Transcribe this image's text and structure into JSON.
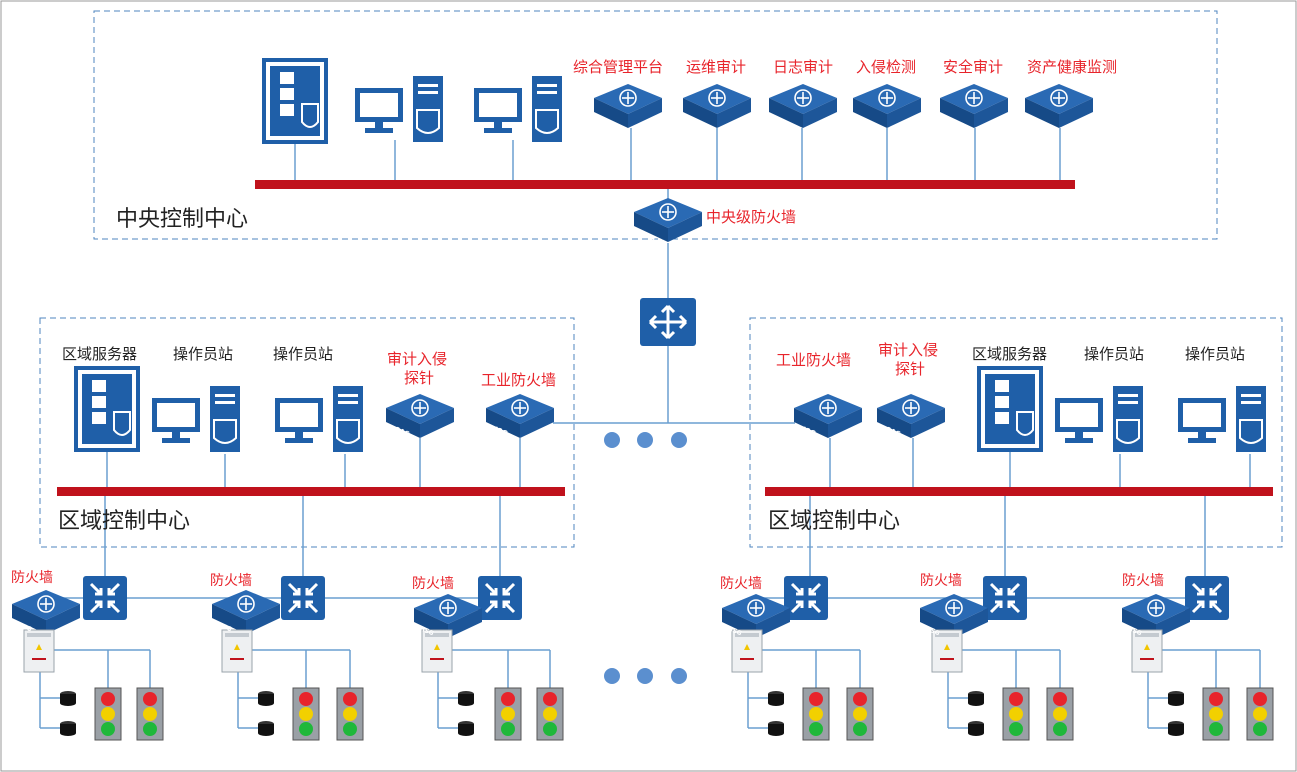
{
  "colors": {
    "accent_blue": "#1f5fa8",
    "bus_red": "#c0121c",
    "label_red": "#e8242b",
    "line_blue": "#6a9fd0",
    "dashed_border": "#4f86bf"
  },
  "central": {
    "zone_label": "中央控制中心",
    "services": [
      {
        "label": "综合管理平台",
        "tag": "CSMP"
      },
      {
        "label": "运维审计",
        "tag": "OMAS"
      },
      {
        "label": "日志审计",
        "tag": "ILAS"
      },
      {
        "label": "入侵检测",
        "tag": "NIP"
      },
      {
        "label": "安全审计",
        "tag": "SAS"
      },
      {
        "label": "资产健康监测",
        "tag": "CSMP"
      }
    ],
    "firewall": {
      "label": "中央级防火墙",
      "tag": "ISG"
    }
  },
  "region_left": {
    "zone_label": "区域控制中心",
    "server_label": "区域服务器",
    "op1_label": "操作员站",
    "op2_label": "操作员站",
    "probe_label_1": "审计入侵",
    "probe_label_2": "探针",
    "probe_tag": "SAS",
    "fw_label": "工业防火墙",
    "fw_tag": "ISG"
  },
  "region_right": {
    "zone_label": "区域控制中心",
    "fw_label": "工业防火墙",
    "fw_tag": "ISG",
    "probe_label_1": "审计入侵",
    "probe_label_2": "探针",
    "probe_tag": "SAS",
    "server_label": "区域服务器",
    "op1_label": "操作员站",
    "op2_label": "操作员站"
  },
  "field": {
    "firewall_label": "防火墙",
    "firewall_tag": "ISG"
  }
}
